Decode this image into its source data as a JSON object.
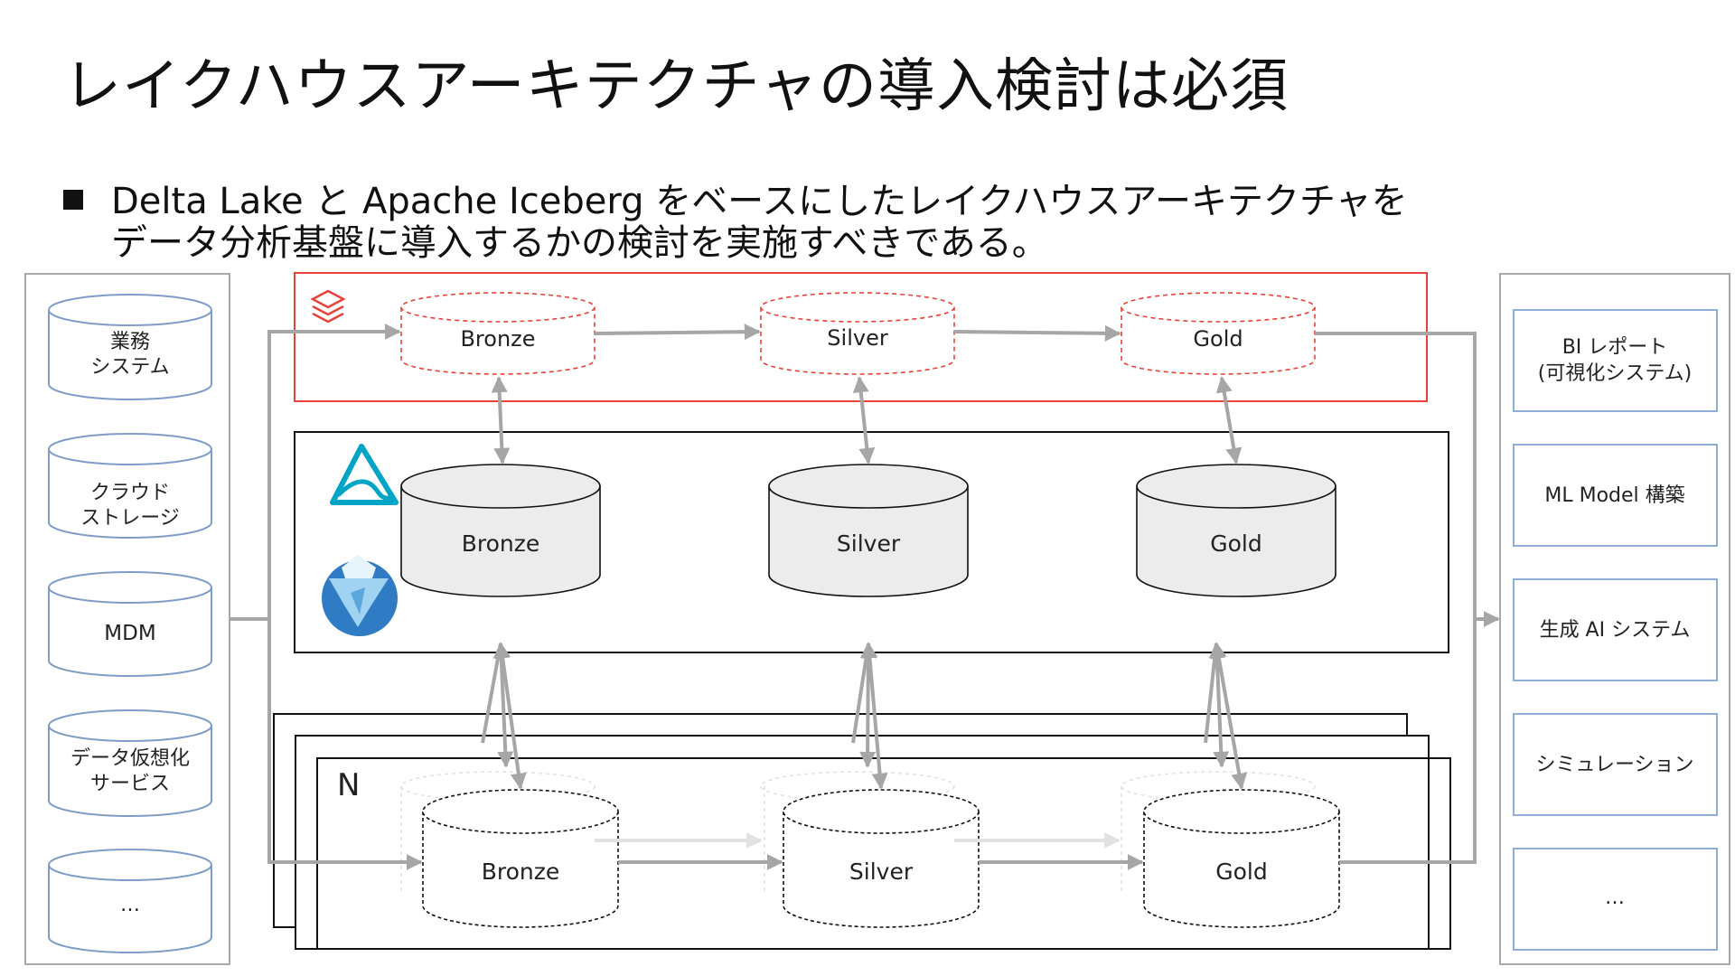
{
  "slide": {
    "title": "レイクハウスアーキテクチャの導入検討は必須",
    "bullet_line1": "Delta Lake と Apache Iceberg をベースにしたレイクハウスアーキテクチャを",
    "bullet_line2": "データ分析基盤に導入するかの検討を実施すべきである。"
  },
  "sources": [
    {
      "line1": "業務",
      "line2": "システム"
    },
    {
      "line1": "クラウド",
      "line2": "ストレージ"
    },
    {
      "line1": "MDM",
      "line2": ""
    },
    {
      "line1": "データ仮想化",
      "line2": "サービス"
    },
    {
      "line1": "…",
      "line2": ""
    }
  ],
  "layers": {
    "databricks": {
      "bronze": "Bronze",
      "silver": "Silver",
      "gold": "Gold"
    },
    "table_formats": {
      "bronze": "Bronze",
      "silver": "Silver",
      "gold": "Gold"
    },
    "engines": {
      "count_label": "N",
      "bronze": "Bronze",
      "silver": "Silver",
      "gold": "Gold"
    }
  },
  "consumers": [
    {
      "line1": "BI レポート",
      "line2": "(可視化システム)"
    },
    {
      "line1": "ML Model 構築",
      "line2": ""
    },
    {
      "line1": "生成 AI システム",
      "line2": ""
    },
    {
      "line1": "シミュレーション",
      "line2": ""
    },
    {
      "line1": "…",
      "line2": ""
    }
  ],
  "icons": {
    "databricks": "databricks-logo-icon",
    "delta_lake": "delta-lake-logo-icon",
    "iceberg": "apache-iceberg-logo-icon"
  },
  "colors": {
    "databricks_red": "#e8423a",
    "arrow_gray": "#a6a6a6",
    "panel_border": "#a9a9a9",
    "consumer_border": "#8eaed6",
    "source_border": "#7f9dc8",
    "cylinder_fill": "#ececec",
    "delta_teal": "#00a4c4",
    "iceberg_blue": "#2f7bc4"
  }
}
